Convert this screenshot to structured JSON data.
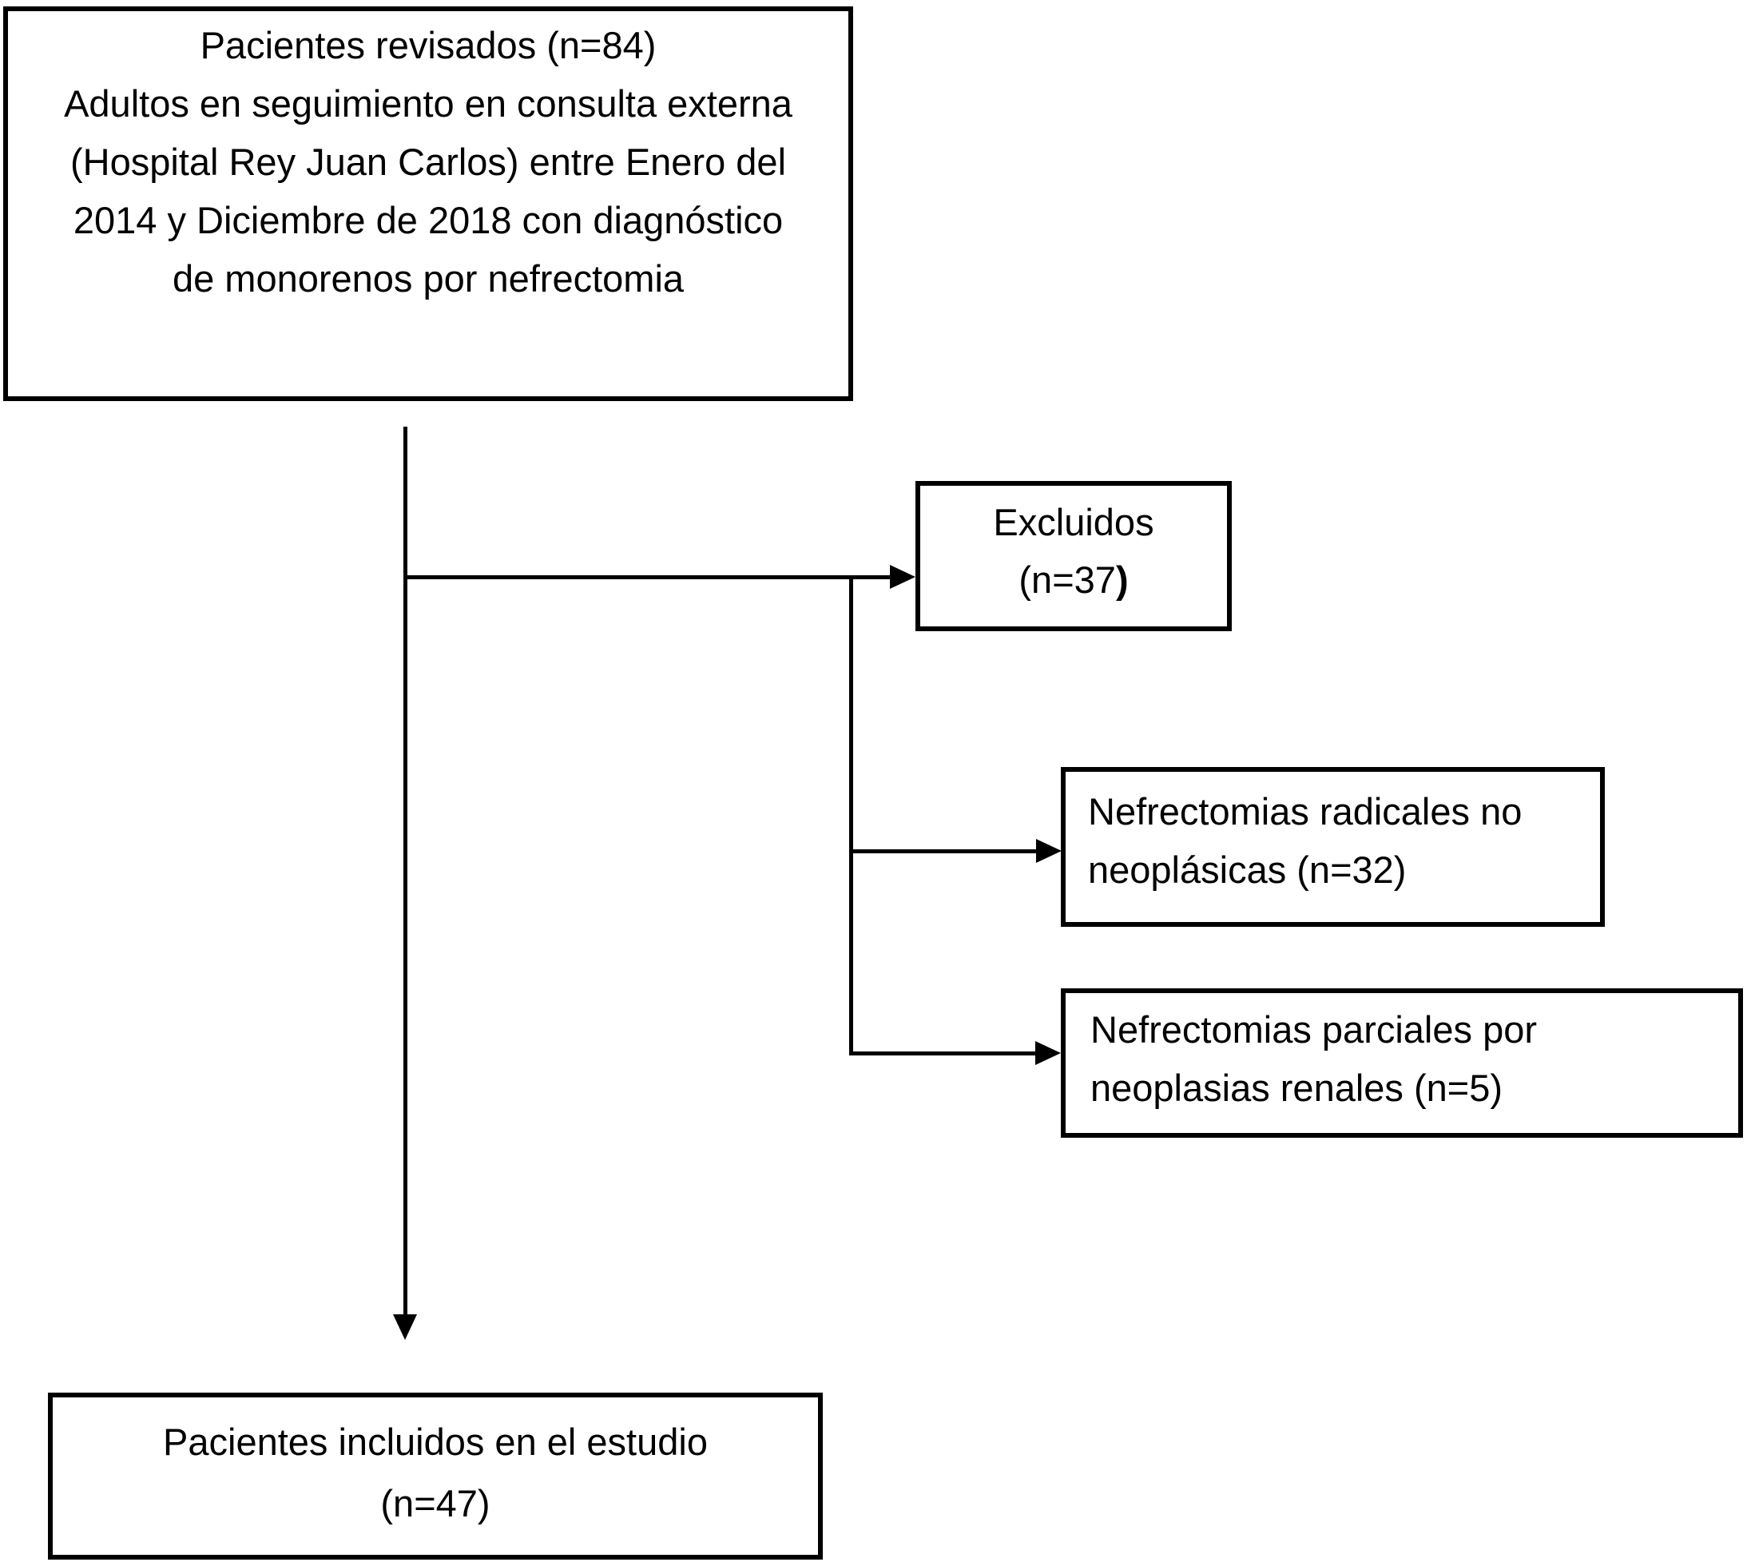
{
  "page": {
    "background_color": "#ffffff",
    "ink_color": "#000000"
  },
  "flowchart": {
    "reviewed_box": {
      "lines": [
        "Pacientes revisados (n=84)",
        "Adultos en seguimiento en consulta externa",
        "(Hospital Rey Juan Carlos) entre Enero del",
        "2014 y Diciembre de 2018 con diagnóstico",
        "de monorenos por nefrectomia"
      ]
    },
    "excluded_box": {
      "title": "Excluidos",
      "count": "(n=37",
      "count_bold_close": ")"
    },
    "radical_box": {
      "lines": [
        "Nefrectomias radicales no",
        "neoplásicas (n=32)"
      ]
    },
    "partial_box": {
      "lines": [
        "Nefrectomias parciales por",
        "neoplasias renales (n=5)"
      ]
    },
    "included_box": {
      "line1": "Pacientes incluidos en el estudio",
      "line2": "(n=47)"
    }
  }
}
